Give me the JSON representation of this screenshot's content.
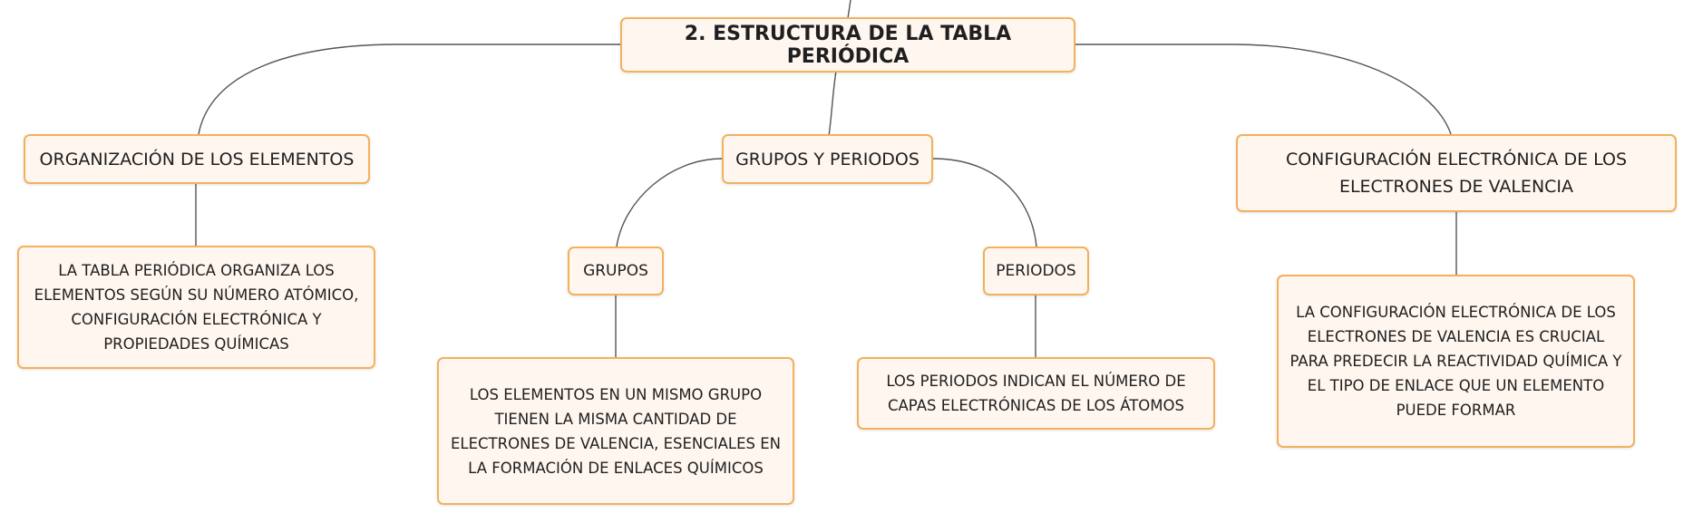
{
  "root": {
    "label": "2. ESTRUCTURA DE LA TABLA PERIÓDICA"
  },
  "branches": {
    "organizacion": {
      "label": "ORGANIZACIÓN DE LOS ELEMENTOS",
      "detail": "LA TABLA PERIÓDICA ORGANIZA LOS ELEMENTOS SEGÚN SU NÚMERO ATÓMICO, CONFIGURACIÓN ELECTRÓNICA Y PROPIEDADES QUÍMICAS"
    },
    "grupos_periodos": {
      "label": "GRUPOS Y PERIODOS",
      "grupos": {
        "label": "GRUPOS",
        "detail": "LOS ELEMENTOS EN UN MISMO GRUPO TIENEN LA MISMA CANTIDAD DE ELECTRONES DE VALENCIA, ESENCIALES EN LA FORMACIÓN DE ENLACES QUÍMICOS"
      },
      "periodos": {
        "label": "PERIODOS",
        "detail": "LOS PERIODOS INDICAN EL NÚMERO DE CAPAS ELECTRÓNICAS DE LOS ÁTOMOS"
      }
    },
    "configuracion": {
      "label": "CONFIGURACIÓN ELECTRÓNICA DE LOS ELECTRONES DE VALENCIA",
      "detail": "LA CONFIGURACIÓN ELECTRÓNICA DE LOS ELECTRONES DE VALENCIA ES CRUCIAL PARA PREDECIR LA REACTIVIDAD QUÍMICA Y EL TIPO DE ENLACE QUE UN ELEMENTO PUEDE FORMAR"
    }
  },
  "colors": {
    "node_border": "#f3b15d",
    "node_fill": "#fff6ef",
    "connector": "#555555"
  }
}
